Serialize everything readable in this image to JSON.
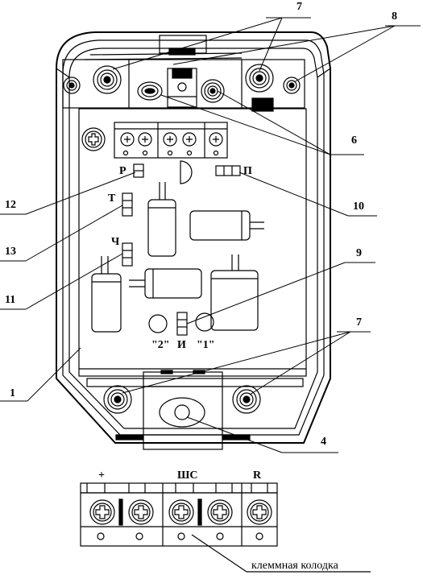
{
  "callouts": {
    "c1": "1",
    "c4": "4",
    "c6": "6",
    "c7_top": "7",
    "c7_bottom": "7",
    "c8": "8",
    "c9": "9",
    "c10": "10",
    "c11": "11",
    "c12": "12",
    "c13": "13"
  },
  "jumpers": {
    "r": "Р",
    "t": "Т",
    "ch": "Ч",
    "p": "П",
    "i": "И",
    "mode_2": "\"2\"",
    "mode_1": "\"1\""
  },
  "terminal_block": {
    "plus": "+",
    "shs": "ШС",
    "r": "R",
    "caption": "клеммная колодка"
  }
}
